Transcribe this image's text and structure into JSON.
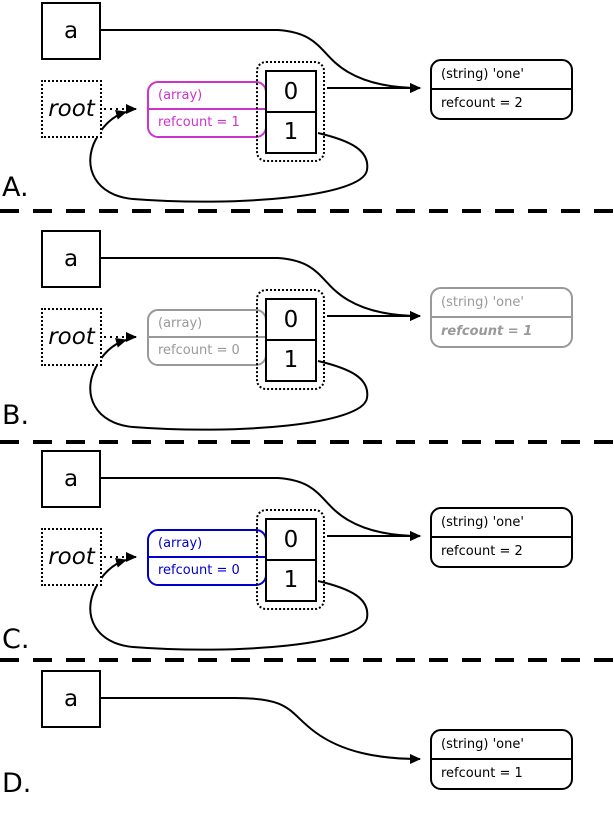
{
  "colors": {
    "magenta": "#cc33cc",
    "blue": "#0000cc",
    "gray": "#999999",
    "black": "#000000"
  },
  "panels": [
    {
      "label": "A.",
      "var": "a",
      "root": "root",
      "array": {
        "type": "(array)",
        "refcount": "refcount = 1",
        "color": "magenta"
      },
      "cells": [
        "0",
        "1"
      ],
      "string": {
        "type": "(string) 'one'",
        "refcount": "refcount = 2",
        "color": "black"
      }
    },
    {
      "label": "B.",
      "var": "a",
      "root": "root",
      "array": {
        "type": "(array)",
        "refcount": "refcount = 0",
        "color": "gray"
      },
      "cells": [
        "0",
        "1"
      ],
      "string": {
        "type": "(string) 'one'",
        "refcount": "refcount = 1",
        "color": "gray"
      }
    },
    {
      "label": "C.",
      "var": "a",
      "root": "root",
      "array": {
        "type": "(array)",
        "refcount": "refcount = 0",
        "color": "blue"
      },
      "cells": [
        "0",
        "1"
      ],
      "string": {
        "type": "(string) 'one'",
        "refcount": "refcount = 2",
        "color": "black"
      }
    },
    {
      "label": "D.",
      "var": "a",
      "string": {
        "type": "(string) 'one'",
        "refcount": "refcount = 1",
        "color": "black"
      }
    }
  ]
}
